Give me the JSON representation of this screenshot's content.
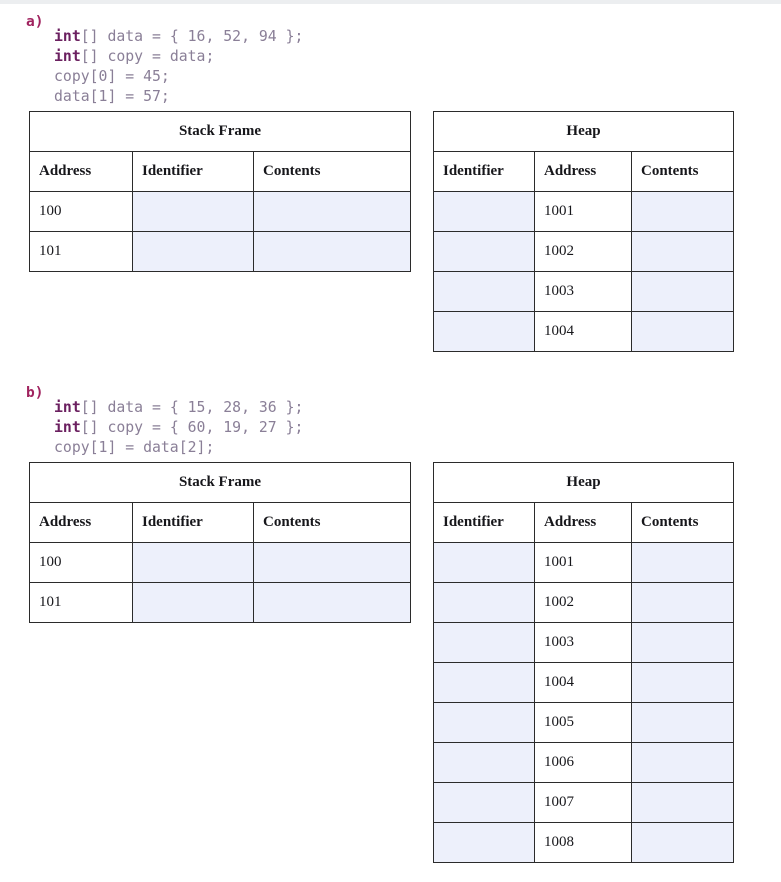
{
  "page": {
    "background": "#ffffff",
    "top_strip_color": "#eceef0",
    "accent_marker_color": "#a0235f",
    "keyword_color": "#6b2060",
    "code_color": "#8a7f97",
    "blank_cell_color": "#edf0fb",
    "border_color": "#2b2b2b"
  },
  "problems": [
    {
      "marker": "a)",
      "code_lines": [
        [
          {
            "t": "int",
            "kw": true
          },
          {
            "t": "[] data = { 16, 52, 94 };",
            "kw": false
          }
        ],
        [
          {
            "t": "int",
            "kw": true
          },
          {
            "t": "[] copy = data;",
            "kw": false
          }
        ],
        [
          {
            "t": "copy[0] = 45;",
            "kw": false
          }
        ],
        [
          {
            "t": "data[1] = 57;",
            "kw": false
          }
        ]
      ],
      "stack": {
        "title": "Stack Frame",
        "columns": [
          "Address",
          "Identifier",
          "Contents"
        ],
        "rows": [
          {
            "address": "100",
            "identifier": "",
            "contents": ""
          },
          {
            "address": "101",
            "identifier": "",
            "contents": ""
          }
        ]
      },
      "heap": {
        "title": "Heap",
        "columns": [
          "Identifier",
          "Address",
          "Contents"
        ],
        "rows": [
          {
            "identifier": "",
            "address": "1001",
            "contents": ""
          },
          {
            "identifier": "",
            "address": "1002",
            "contents": ""
          },
          {
            "identifier": "",
            "address": "1003",
            "contents": ""
          },
          {
            "identifier": "",
            "address": "1004",
            "contents": ""
          }
        ]
      }
    },
    {
      "marker": "b)",
      "code_lines": [
        [
          {
            "t": "int",
            "kw": true
          },
          {
            "t": "[] data = { 15, 28, 36 };",
            "kw": false
          }
        ],
        [
          {
            "t": "int",
            "kw": true
          },
          {
            "t": "[] copy = { 60, 19, 27 };",
            "kw": false
          }
        ],
        [
          {
            "t": "copy[1] = data[2];",
            "kw": false
          }
        ]
      ],
      "stack": {
        "title": "Stack Frame",
        "columns": [
          "Address",
          "Identifier",
          "Contents"
        ],
        "rows": [
          {
            "address": "100",
            "identifier": "",
            "contents": ""
          },
          {
            "address": "101",
            "identifier": "",
            "contents": ""
          }
        ]
      },
      "heap": {
        "title": "Heap",
        "columns": [
          "Identifier",
          "Address",
          "Contents"
        ],
        "rows": [
          {
            "identifier": "",
            "address": "1001",
            "contents": ""
          },
          {
            "identifier": "",
            "address": "1002",
            "contents": ""
          },
          {
            "identifier": "",
            "address": "1003",
            "contents": ""
          },
          {
            "identifier": "",
            "address": "1004",
            "contents": ""
          },
          {
            "identifier": "",
            "address": "1005",
            "contents": ""
          },
          {
            "identifier": "",
            "address": "1006",
            "contents": ""
          },
          {
            "identifier": "",
            "address": "1007",
            "contents": ""
          },
          {
            "identifier": "",
            "address": "1008",
            "contents": ""
          }
        ]
      }
    }
  ]
}
